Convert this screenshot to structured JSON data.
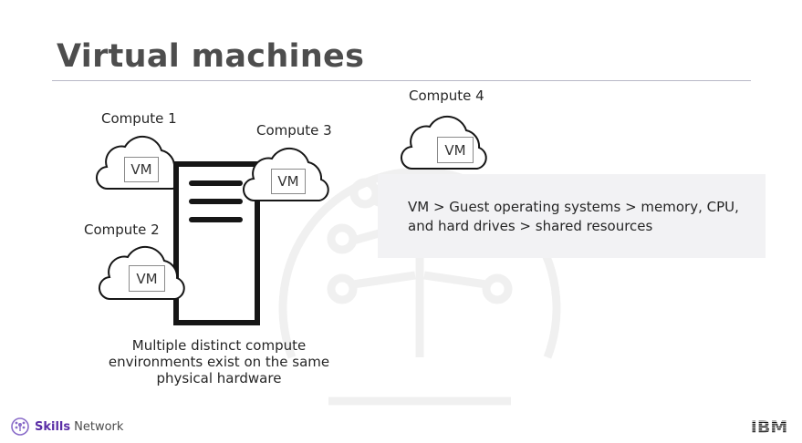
{
  "slide": {
    "title": "Virtual machines",
    "computes": [
      {
        "label": "Compute 1",
        "vm": "VM"
      },
      {
        "label": "Compute 2",
        "vm": "VM"
      },
      {
        "label": "Compute 3",
        "vm": "VM"
      },
      {
        "label": "Compute 4",
        "vm": "VM"
      }
    ],
    "info_text": "VM > Guest operating systems > memory, CPU, and hard drives > shared resources",
    "caption": "Multiple distinct compute environments exist on the same physical hardware"
  },
  "footer": {
    "brand_skills": "Skills",
    "brand_network": "Network",
    "logo": "IBM"
  },
  "colors": {
    "title": "#4d4d4d",
    "brand_purple": "#5a2ea6",
    "info_box_bg": "#f2f2f4"
  },
  "icons": [
    "cloud-icon",
    "server-icon",
    "skills-network-icon",
    "ibm-logo"
  ]
}
